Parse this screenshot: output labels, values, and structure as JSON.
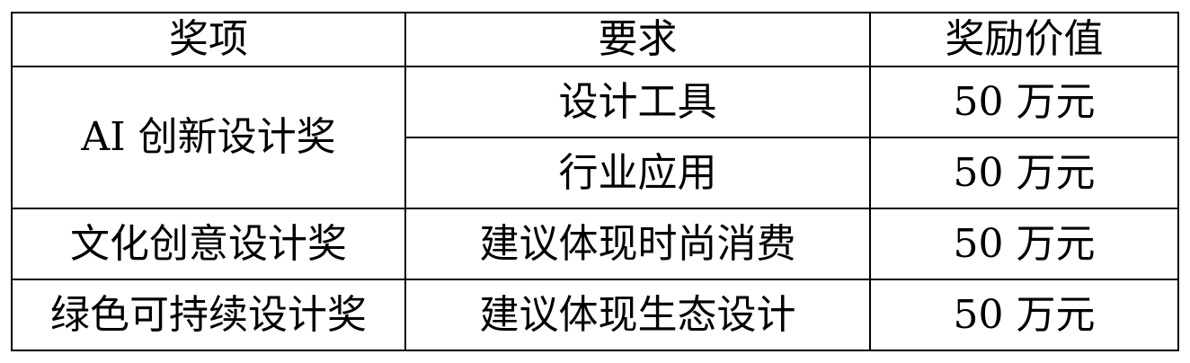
{
  "table": {
    "headers": [
      "奖项",
      "要求",
      "奖励价值"
    ],
    "rows": [
      {
        "award": "AI 创新设计奖",
        "requirements": [
          "设计工具",
          "行业应用"
        ],
        "values": [
          "50 万元",
          "50 万元"
        ]
      },
      {
        "award": "文化创意设计奖",
        "requirements": [
          "建议体现时尚消费"
        ],
        "values": [
          "50 万元"
        ]
      },
      {
        "award": "绿色可持续设计奖",
        "requirements": [
          "建议体现生态设计"
        ],
        "values": [
          "50 万元"
        ]
      }
    ]
  }
}
